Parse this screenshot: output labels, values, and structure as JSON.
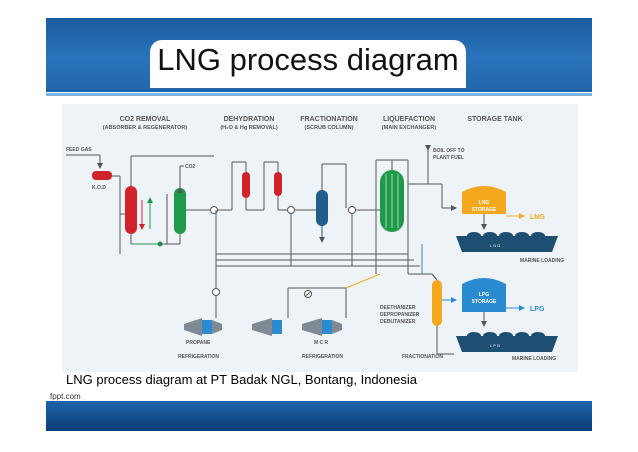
{
  "slide": {
    "title": "LNG process diagram",
    "caption": "LNG process diagram at PT Badak NGL, Bontang, Indonesia",
    "footer": "fppt.com"
  },
  "diagram": {
    "stages": {
      "co2_removal": "CO2 REMOVAL",
      "co2_removal_sub": "(ABSORBER & REGENERATOR)",
      "dehydration": "DEHYDRATION",
      "dehydration_sub": "(H₂O & Hg REMOVAL)",
      "fractionation": "FRACTIONATION",
      "fractionation_sub": "(SCRUB COLUMN)",
      "liquefaction": "LIQUEFACTION",
      "liquefaction_sub": "(MAIN EXCHANGER)",
      "storage_tank": "STORAGE TANK"
    },
    "labels": {
      "feed_gas": "FEED GAS",
      "kod": "K.O.D",
      "co2": "CO2",
      "boil_off_1": "BOIL OFF TO",
      "boil_off_2": "PLANT FUEL",
      "lng_storage_1": "LNG",
      "lng_storage_2": "STORAGE",
      "lng": "LNG",
      "marine_loading_1": "MARINE LOADING",
      "lpg_storage_1": "LPG",
      "lpg_storage_2": "STORAGE",
      "lpg": "LPG",
      "marine_loading_2": "MARINE LOADING",
      "deethanizer": "DEETHANIZER",
      "depropanizer": "DEPROPANIZER",
      "debutanizer": "DEBUTANIZER",
      "propane": "PROPANE",
      "mcr": "M C R",
      "refrigeration_1": "REFRIGERATION",
      "refrigeration_2": "REFRIGERATION",
      "fractionation_bottom": "FRACTIONATION",
      "ship_1_markings": "L   N   G",
      "ship_2_markings": "L   P   G"
    },
    "colors": {
      "red": "#d2232a",
      "green": "#1f9a48",
      "blue": "#1e5d8c",
      "orange": "#f4a81d",
      "lpg_blue": "#2a8bd0",
      "lng_text": "#f4a81d",
      "lpg_text": "#2a8bd0",
      "ship": "#1e4f73",
      "line": "#555555"
    }
  }
}
